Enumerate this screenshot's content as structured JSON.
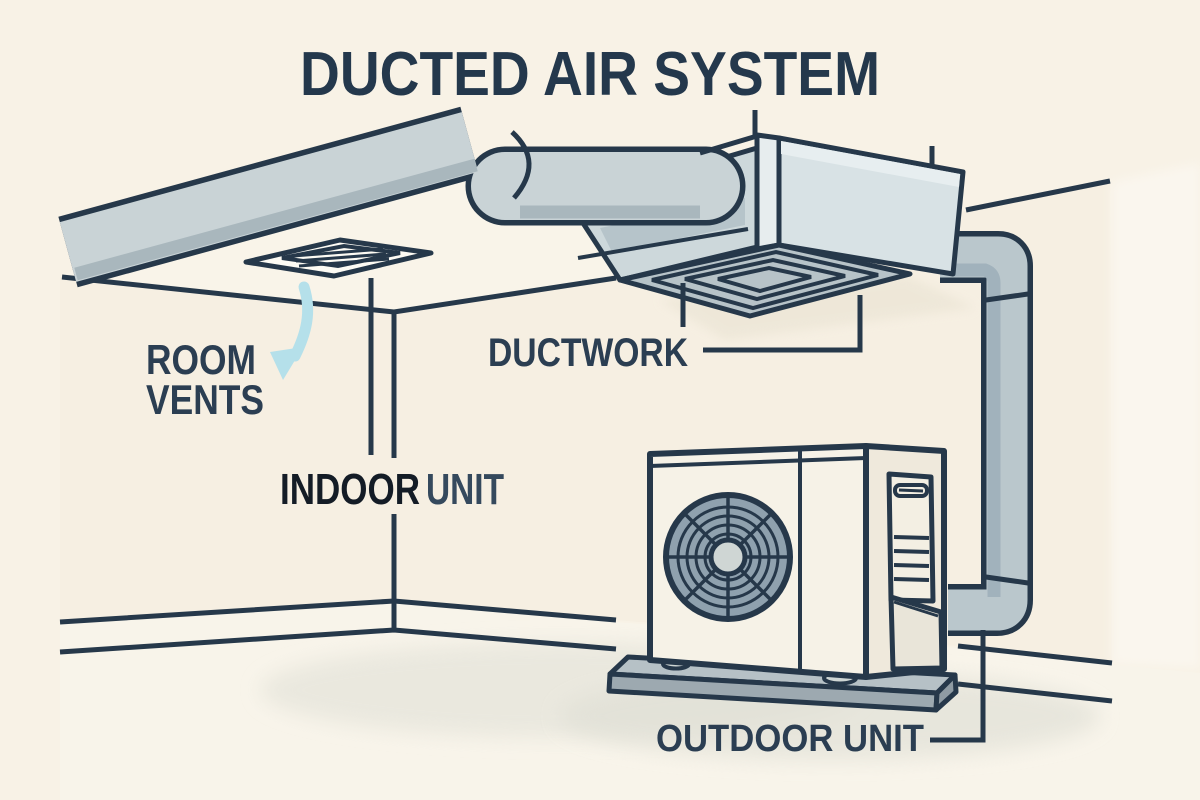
{
  "diagram": {
    "title": "DUCTED AIR SYSTEM",
    "labels": {
      "room_vents": {
        "line1": "ROOM",
        "line2": "VENTS"
      },
      "ductwork": "DUCTWORK",
      "indoor_unit": {
        "word1": "INDOOR",
        "word2": "UNIT"
      },
      "outdoor_unit": "OUTDOOR UNIT"
    }
  },
  "colors": {
    "background": "#f8f2e6",
    "ceiling": "#f9f4e9",
    "wall": "#f6efe2",
    "far_wall": "#faf6ee",
    "floor": "#f8f4ea",
    "line": "#26384a",
    "title_text": "#24384c",
    "label_text": "#2b3e52",
    "indoor_dark_text": "#141c26",
    "indoor_blue_text": "#35495d",
    "duct": "#c9d3d6",
    "duct_shade": "#a9b7bd",
    "duct_cast_shadow": "#b0bfc5",
    "unit_left": "#cdd8db",
    "unit_front_strip": "#e7edee",
    "unit_right": "#d8e2e5",
    "unit_highlight": "#e7eef0",
    "grille": "#b7c3c8",
    "vent_fill": "#fdfbf4",
    "arrow": "#b5e0ea",
    "pipe": "#bac7cc",
    "pipe_shade": "#9fb1ba",
    "outdoor_front": "#f6f2e7",
    "outdoor_side": "#efe9dc",
    "fan_bg": "#8fa1ae",
    "fan_hub": "#cfd6d4",
    "panel": "#f3efe3",
    "wedge": "#e9e5d9",
    "base_top": "#b6c1c6",
    "base_front": "#9da9b0",
    "base_end": "#8f9ba3",
    "floor_shadow": "#dfdfd5",
    "wall_shadow": "#eae4d4"
  }
}
